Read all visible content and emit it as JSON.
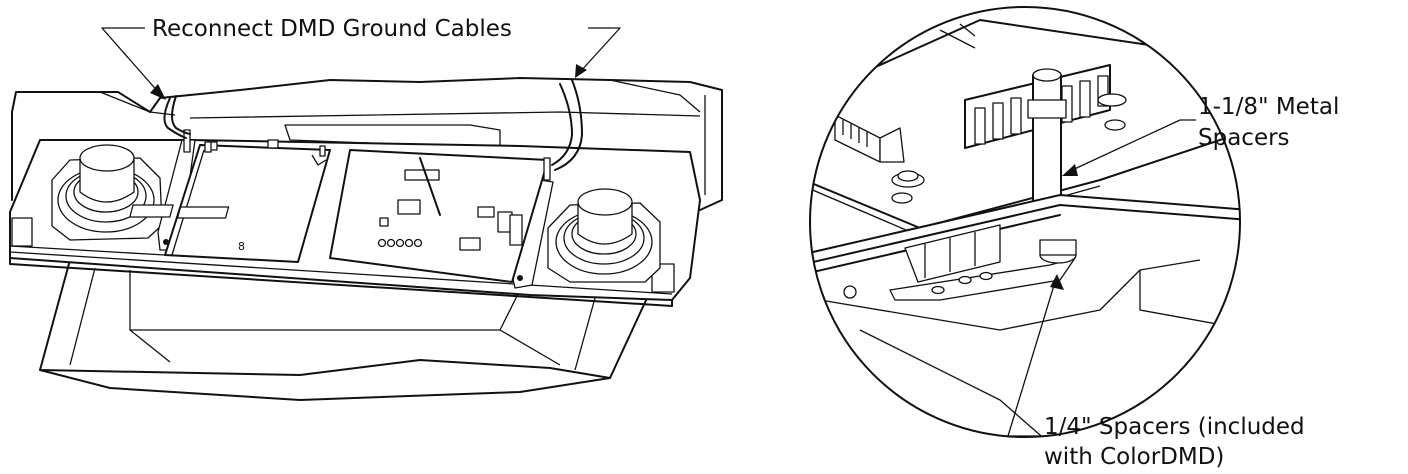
{
  "labels": {
    "ground_cables": "Reconnect DMD Ground Cables",
    "metal_spacers_line1": "1-1/8\" Metal",
    "metal_spacers_line2": "Spacers",
    "quarter_spacers_line1": "1/4\" Spacers (included",
    "quarter_spacers_line2": "with ColorDMD)"
  },
  "colors": {
    "ink": "#111111",
    "background": "#ffffff"
  }
}
